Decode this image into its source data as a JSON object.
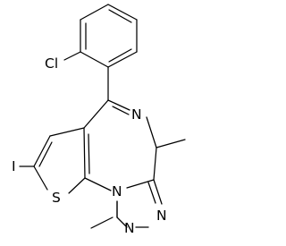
{
  "molecule": {
    "atom_labels": {
      "chlorine": "Cl",
      "iodine": "I",
      "sulfur": "S",
      "azepine_nitrogen": "N",
      "fused_nitrogen": "N",
      "triazole_nitrogen_upper": "N",
      "triazole_nitrogen_lower": "N"
    }
  }
}
